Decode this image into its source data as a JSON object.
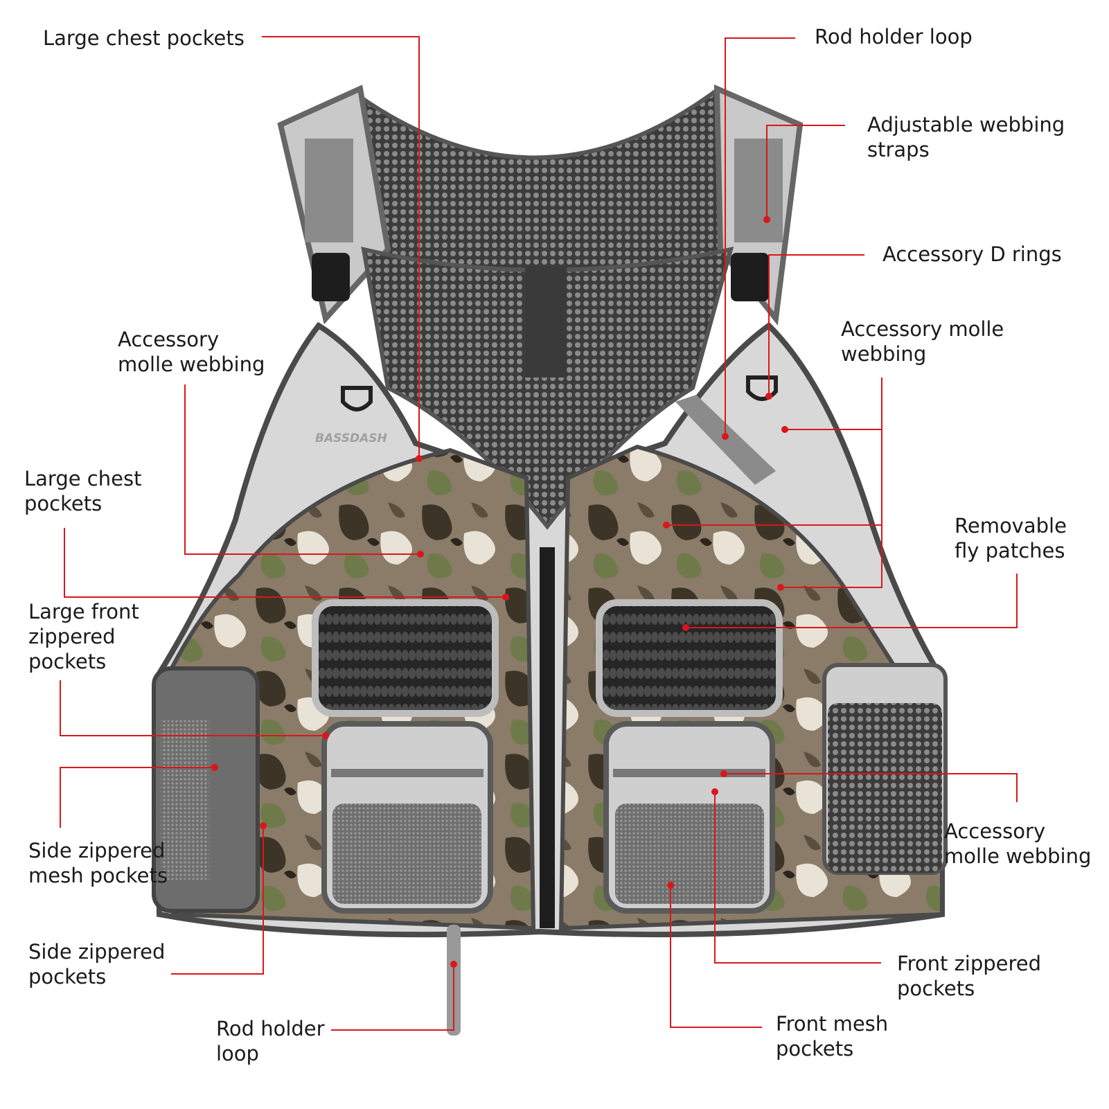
{
  "diagram": {
    "brand_logo": "BASSDASH",
    "accent_color": "#d9171b",
    "callouts": [
      {
        "id": "large-chest-pockets-top",
        "lines": [
          "Large chest pockets"
        ]
      },
      {
        "id": "rod-holder-loop-top",
        "lines": [
          "Rod holder loop"
        ]
      },
      {
        "id": "adjustable-webbing-straps",
        "lines": [
          "Adjustable webbing",
          "straps"
        ]
      },
      {
        "id": "accessory-d-rings",
        "lines": [
          "Accessory D rings"
        ]
      },
      {
        "id": "accessory-molle-webbing-right-top",
        "lines": [
          "Accessory molle",
          "webbing"
        ]
      },
      {
        "id": "accessory-molle-webbing-left",
        "lines": [
          "Accessory",
          "molle webbing"
        ]
      },
      {
        "id": "large-chest-pockets-left",
        "lines": [
          "Large chest",
          "pockets"
        ]
      },
      {
        "id": "removable-fly-patches",
        "lines": [
          "Removable",
          "fly patches"
        ]
      },
      {
        "id": "large-front-zippered-pockets",
        "lines": [
          "Large front",
          "zippered",
          "pockets"
        ]
      },
      {
        "id": "side-zippered-mesh-pockets",
        "lines": [
          "Side zippered",
          "mesh pockets"
        ]
      },
      {
        "id": "side-zippered-pockets",
        "lines": [
          "Side zippered",
          "pockets"
        ]
      },
      {
        "id": "rod-holder-loop-bottom",
        "lines": [
          "Rod holder",
          "loop"
        ]
      },
      {
        "id": "accessory-molle-webbing-right-bottom",
        "lines": [
          "Accessory",
          "molle webbing"
        ]
      },
      {
        "id": "front-zippered-pockets",
        "lines": [
          "Front zippered",
          "pockets"
        ]
      },
      {
        "id": "front-mesh-pockets",
        "lines": [
          "Front mesh",
          "pockets"
        ]
      }
    ]
  }
}
